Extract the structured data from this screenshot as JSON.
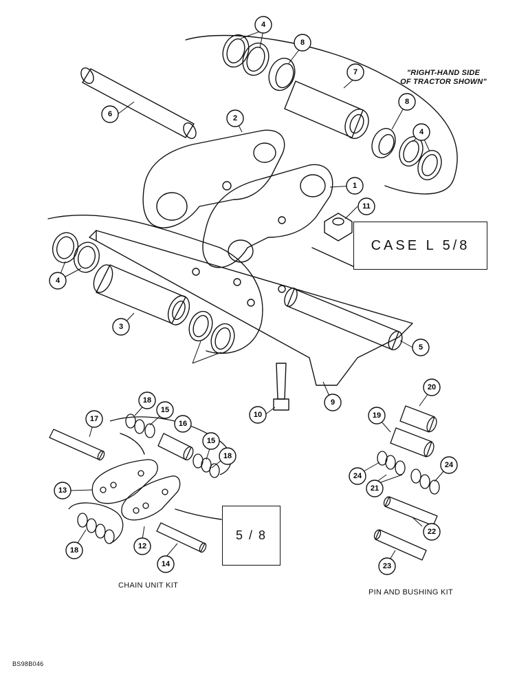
{
  "note": {
    "line1": "\"RIGHT-HAND SIDE",
    "line2": "OF TRACTOR SHOWN\""
  },
  "boxes": {
    "case_l": "CASE L 5/8",
    "small": "5 / 8"
  },
  "kits": {
    "chain": "CHAIN UNIT KIT",
    "pin": "PIN AND BUSHING KIT"
  },
  "figure_code": "BS98B046",
  "callouts": [
    "1",
    "2",
    "3",
    "4",
    "4",
    "4",
    "5",
    "6",
    "7",
    "8",
    "8",
    "9",
    "10",
    "11",
    "12",
    "13",
    "14",
    "15",
    "15",
    "16",
    "17",
    "18",
    "18",
    "18",
    "19",
    "20",
    "21",
    "22",
    "23",
    "24",
    "24"
  ]
}
